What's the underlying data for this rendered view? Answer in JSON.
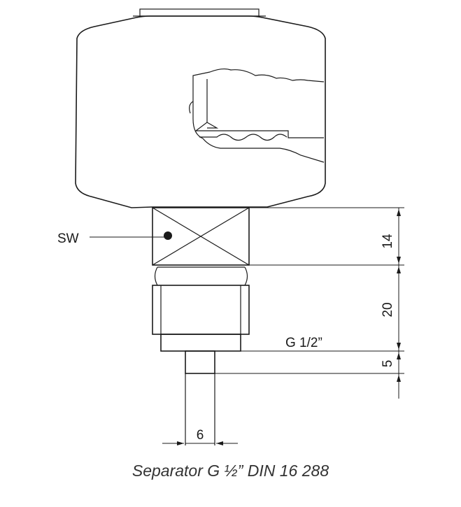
{
  "callouts": {
    "sw": "SW",
    "thread": "G 1/2”"
  },
  "dimensions": {
    "hex_height": "14",
    "thread_length": "20",
    "tip_length": "5",
    "tip_diameter": "6"
  },
  "caption": "Separator G ½” DIN 16 288"
}
